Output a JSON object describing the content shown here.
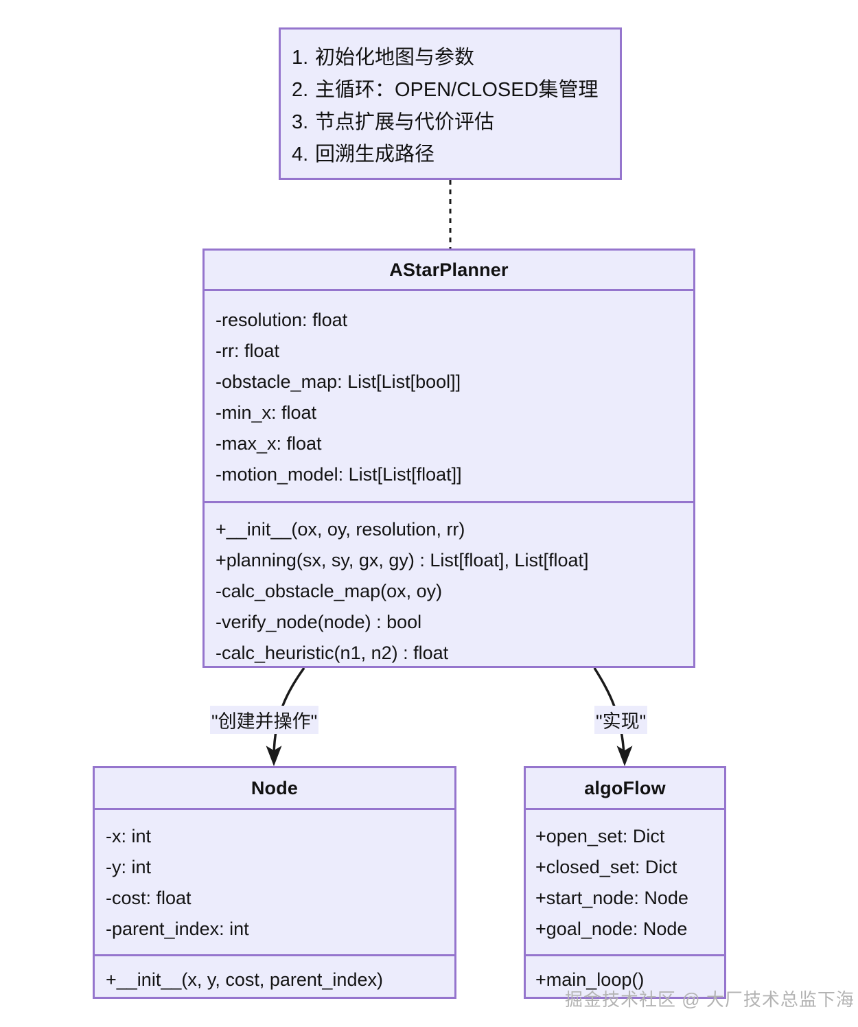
{
  "note": {
    "items": [
      {
        "num": "1.",
        "text": "初始化地图与参数"
      },
      {
        "num": "2.",
        "text": "主循环：OPEN/CLOSED集管理"
      },
      {
        "num": "3.",
        "text": "节点扩展与代价评估"
      },
      {
        "num": "4.",
        "text": "回溯生成路径"
      }
    ]
  },
  "classes": {
    "astar": {
      "title": "AStarPlanner",
      "attributes": [
        "-resolution: float",
        "-rr: float",
        "-obstacle_map: List[List[bool]]",
        "-min_x: float",
        "-max_x: float",
        "-motion_model: List[List[float]]"
      ],
      "methods": [
        "+__init__(ox, oy, resolution, rr)",
        "+planning(sx, sy, gx, gy) : List[float], List[float]",
        "-calc_obstacle_map(ox, oy)",
        "-verify_node(node) : bool",
        "-calc_heuristic(n1, n2) : float"
      ]
    },
    "node": {
      "title": "Node",
      "attributes": [
        "-x: int",
        "-y: int",
        "-cost: float",
        "-parent_index: int"
      ],
      "methods": [
        "+__init__(x, y, cost, parent_index)"
      ]
    },
    "algoflow": {
      "title": "algoFlow",
      "attributes": [
        "+open_set: Dict",
        "+closed_set: Dict",
        "+start_node: Node",
        "+goal_node: Node"
      ],
      "methods": [
        "+main_loop()"
      ]
    }
  },
  "edges": {
    "create_label": "\"创建并操作\"",
    "implement_label": "\"实现\""
  },
  "watermark": "掘金技术社区 @ 大厂技术总监下海",
  "colors": {
    "box_fill": "#ececfc",
    "box_border": "#9575cd",
    "text": "#111111",
    "watermark": "#b3b3b3",
    "connector": "#1a1a1a"
  }
}
